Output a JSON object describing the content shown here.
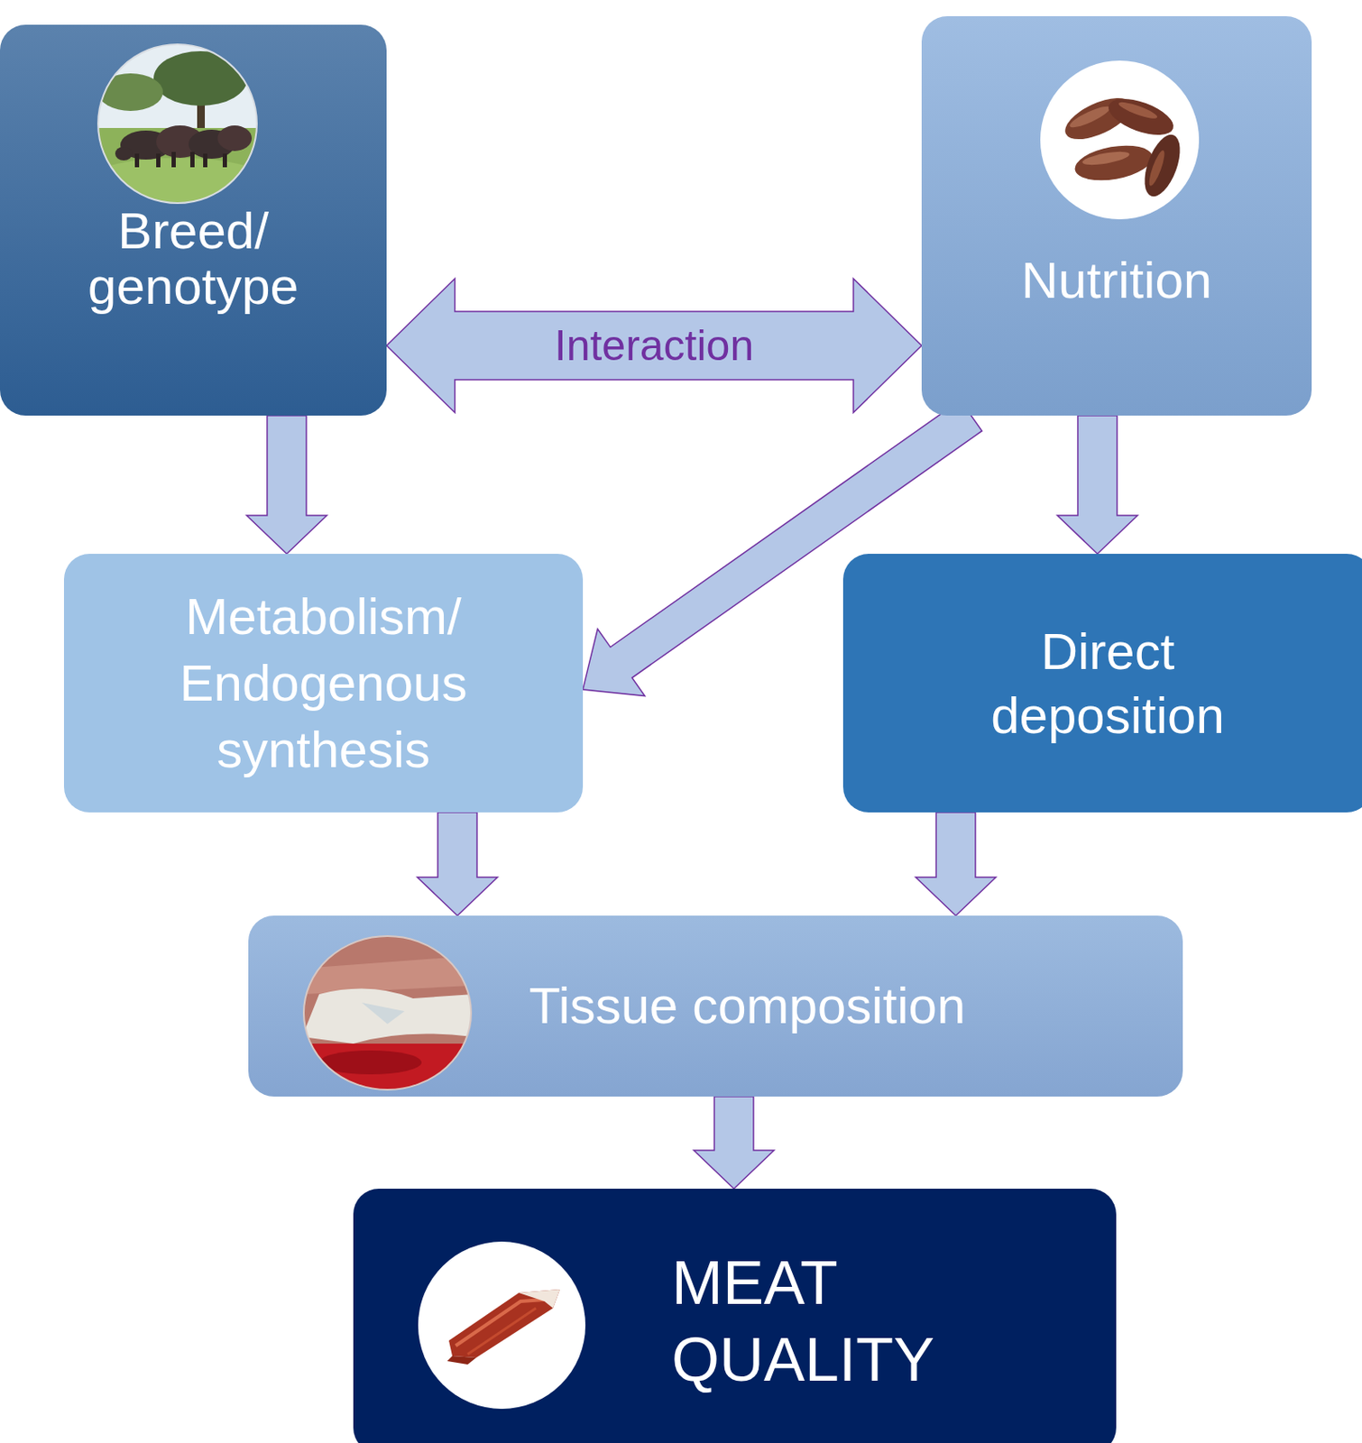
{
  "diagram": {
    "nodes": [
      {
        "text": [
          "Breed/ genotype"
        ]
      },
      {
        "text": [
          "Nutrition"
        ]
      },
      {
        "text": [
          "Metabolism/ Endogenous synthesis"
        ]
      },
      {
        "text": [
          "Direct deposition"
        ]
      },
      {
        "text": [
          "Tissue composition"
        ]
      },
      {
        "text": [
          "MEAT QUALITY"
        ]
      }
    ],
    "edges": [
      {
        "from": 0,
        "to": 1,
        "label": "Interaction",
        "arrow": "both"
      },
      {
        "from": 0,
        "to": 2,
        "arrow": "to"
      },
      {
        "from": 1,
        "to": 2,
        "arrow": "to"
      },
      {
        "from": 1,
        "to": 3,
        "arrow": "to"
      },
      {
        "from": 2,
        "to": 4,
        "arrow": "to"
      },
      {
        "from": 3,
        "to": 4,
        "arrow": "to"
      },
      {
        "from": 4,
        "to": 5,
        "arrow": "to"
      }
    ]
  }
}
